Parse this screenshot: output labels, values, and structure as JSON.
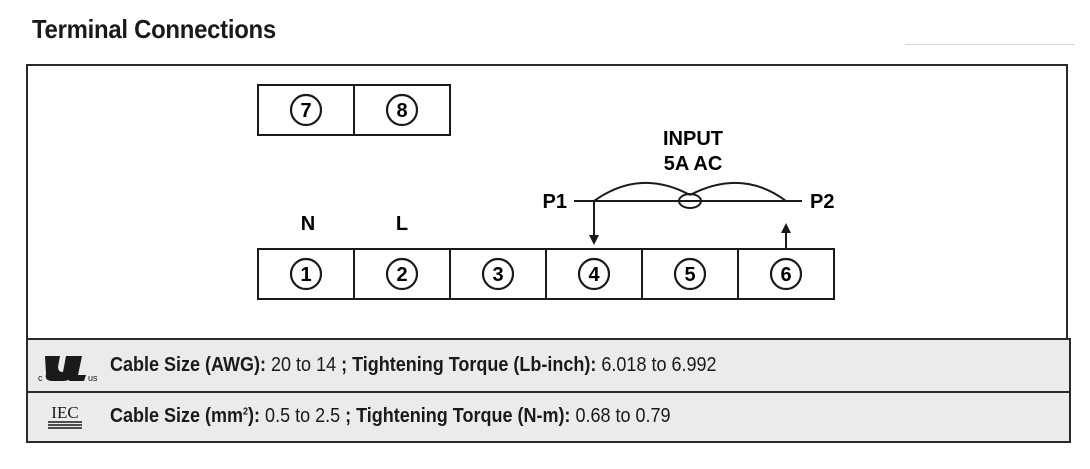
{
  "title": "Terminal Connections",
  "diagram": {
    "top_terminals": [
      "7",
      "8"
    ],
    "bottom_terminals": [
      "1",
      "2",
      "3",
      "4",
      "5",
      "6"
    ],
    "label_n": "N",
    "label_l": "L",
    "input_line1": "INPUT",
    "input_line2": "5A AC",
    "label_p1": "P1",
    "label_p2": "P2"
  },
  "specs": {
    "ul": {
      "logo_text": "c UL us",
      "cable_label": "Cable Size (AWG):",
      "cable_value": "20 to 14",
      "separator": ";",
      "torque_label": "Tightening Torque (Lb-inch):",
      "torque_value": "6.018 to 6.992"
    },
    "iec": {
      "logo_text": "IEC",
      "cable_label_main": "Cable Size (mm",
      "cable_label_sup": "2",
      "cable_label_end": "):",
      "cable_value": "0.5 to 2.5",
      "separator": ";",
      "torque_label": "Tightening Torque (N-m):",
      "torque_value": "0.68 to 0.79"
    }
  },
  "colors": {
    "ink": "#1a1a1a",
    "table_bg": "#ebebeb"
  }
}
